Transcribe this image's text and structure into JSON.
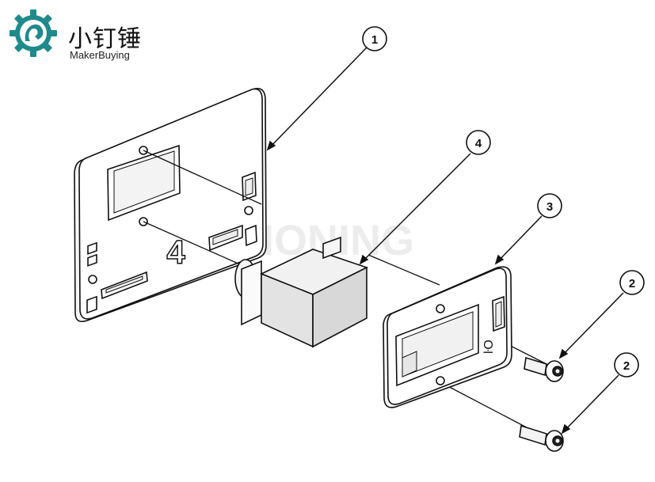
{
  "logo": {
    "title": "小钉锤",
    "subtitle": "MakerBuying",
    "icon": "gear-logo-icon"
  },
  "watermark": "NONING",
  "plate_mark": "4",
  "bracket_mark": "ŀO",
  "callouts": [
    {
      "id": "callout-1",
      "label": "1"
    },
    {
      "id": "callout-4",
      "label": "4"
    },
    {
      "id": "callout-3",
      "label": "3"
    },
    {
      "id": "callout-2a",
      "label": "2"
    },
    {
      "id": "callout-2b",
      "label": "2"
    }
  ],
  "colors": {
    "line": "#111111",
    "logo": "#1f8a8c",
    "servo_top": "#f1f1f1",
    "servo_side": "#dcdcdc",
    "watermark": "#e8e8e8"
  }
}
